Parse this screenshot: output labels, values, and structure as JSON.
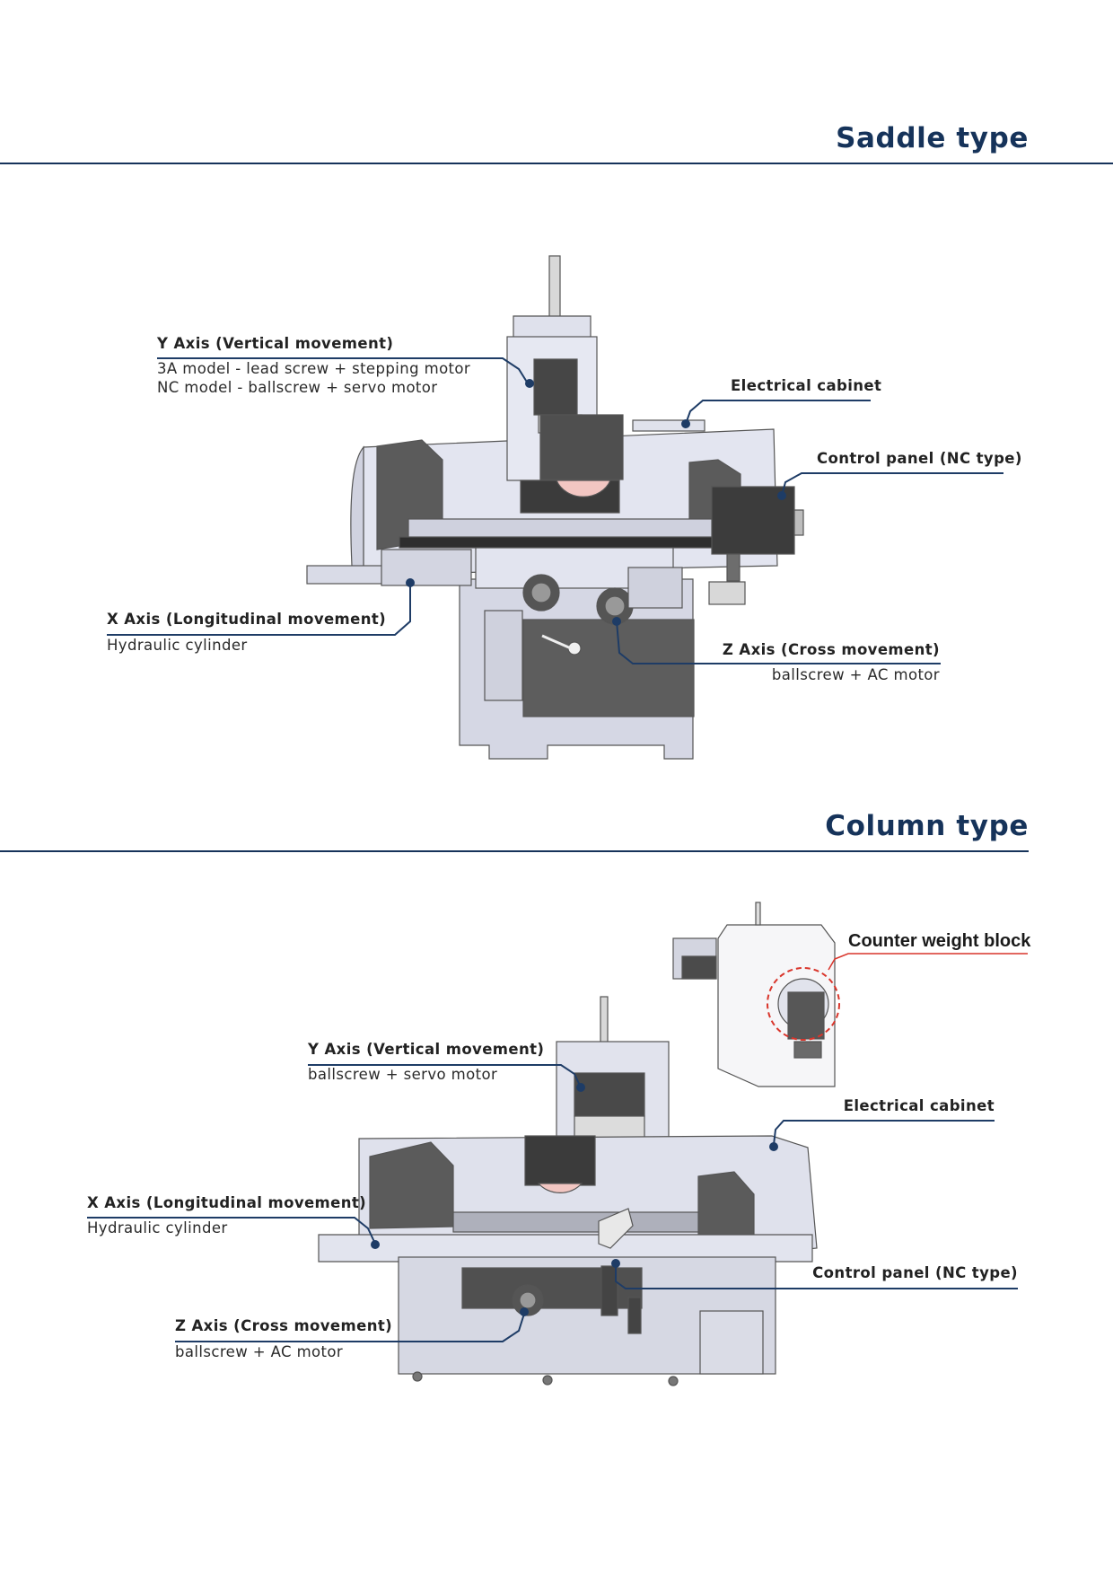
{
  "saddle": {
    "title": "Saddle type",
    "y_axis": {
      "title": "Y Axis (Vertical movement)",
      "lines": [
        "3A model - lead screw + stepping motor",
        "NC model - ballscrew + servo motor"
      ]
    },
    "electrical_cabinet": "Electrical cabinet",
    "control_panel": "Control panel (NC type)",
    "x_axis": {
      "title": "X Axis (Longitudinal movement)",
      "line": "Hydraulic cylinder"
    },
    "z_axis": {
      "title": "Z Axis (Cross movement)",
      "line": "ballscrew + AC motor"
    }
  },
  "column": {
    "title": "Column type",
    "counter_weight": "Counter weight block",
    "y_axis": {
      "title": "Y Axis (Vertical movement)",
      "line": "ballscrew + servo motor"
    },
    "electrical_cabinet": "Electrical cabinet",
    "x_axis": {
      "title": "X Axis (Longitudinal movement)",
      "line": "Hydraulic cylinder"
    },
    "control_panel": "Control panel (NC type)",
    "z_axis": {
      "title": "Z Axis (Cross movement)",
      "line": "ballscrew + AC motor"
    }
  },
  "colors": {
    "accent": "#16335a",
    "leader": "#1e3c66",
    "highlight": "#d9352b"
  }
}
